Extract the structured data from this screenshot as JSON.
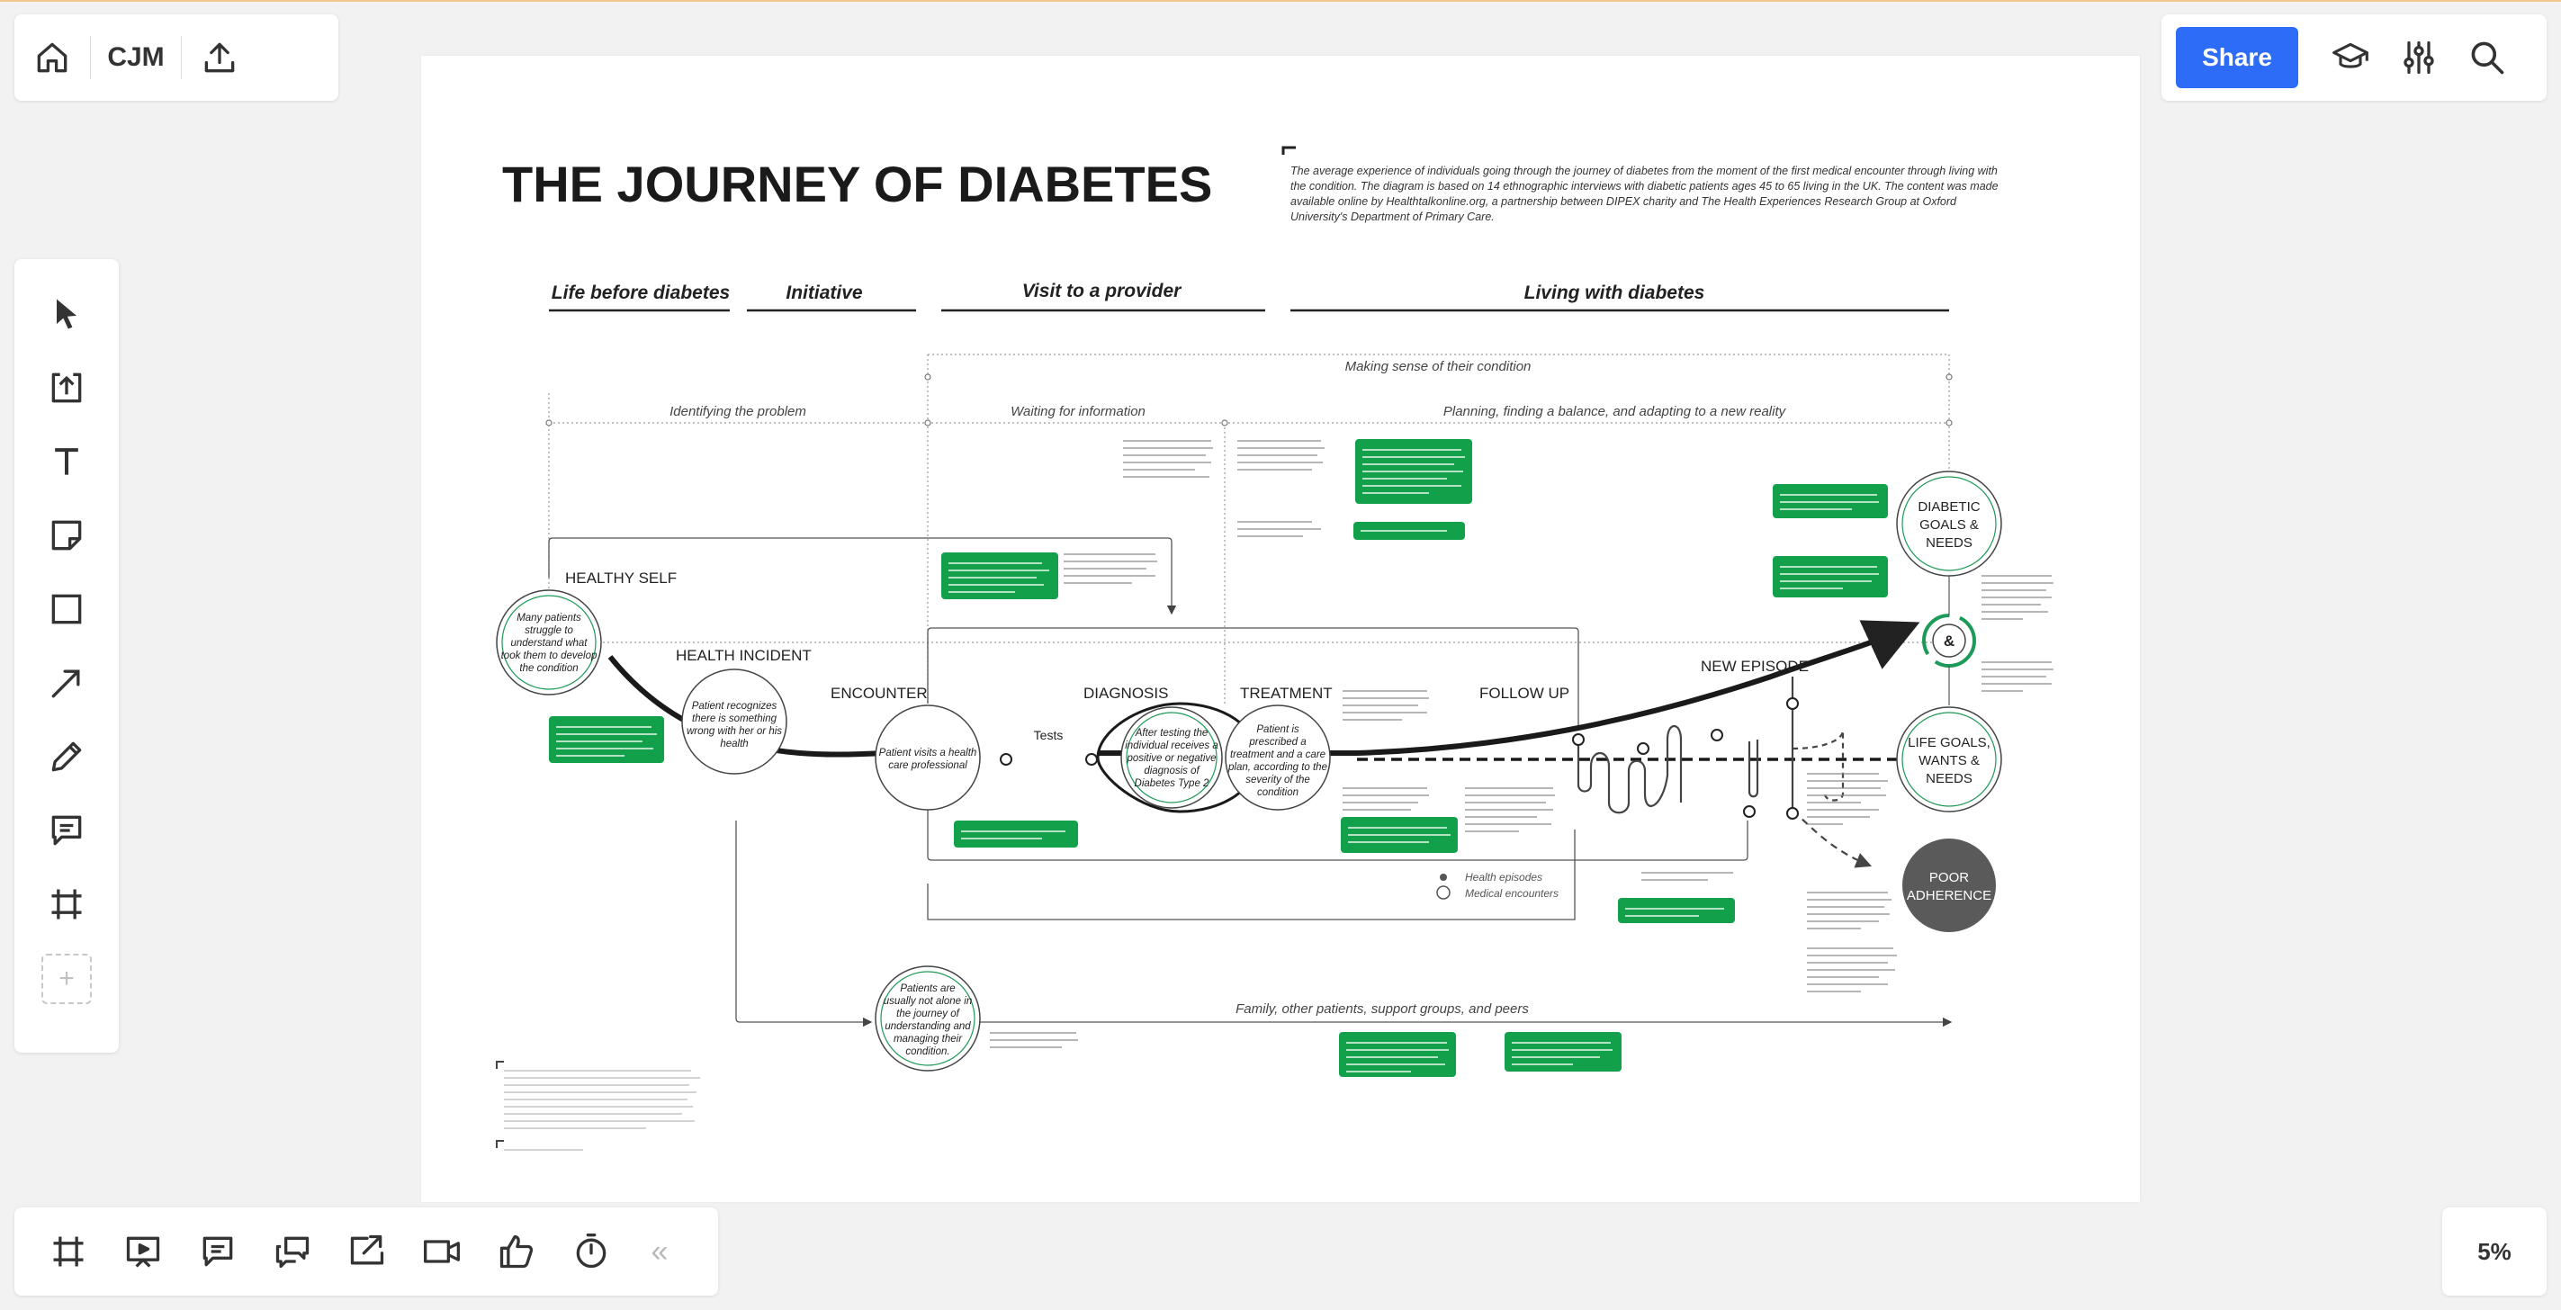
{
  "toolbar_top_left": {
    "home_icon": "home-icon",
    "board_name": "CJM",
    "export_icon": "upload-icon"
  },
  "toolbar_top_right": {
    "share_label": "Share",
    "icons": [
      "graduation-cap-icon",
      "sliders-icon",
      "search-icon"
    ]
  },
  "left_toolbar": {
    "tools": [
      "select-tool",
      "upload-tool",
      "text-tool",
      "sticky-note-tool",
      "shape-tool",
      "arrow-tool",
      "pen-tool",
      "comment-tool",
      "frame-tool"
    ],
    "add_label": "+"
  },
  "bottom_toolbar": {
    "tools": [
      "frames-icon",
      "presentation-icon",
      "comments-icon",
      "chat-icon",
      "share-screen-icon",
      "video-icon",
      "reactions-icon",
      "timer-icon"
    ],
    "collapse_label": "«"
  },
  "zoom": {
    "label": "5%"
  },
  "board": {
    "title": "THE JOURNEY OF DIABETES",
    "description": [
      "The average experience of individuals going through the journey of diabetes from the moment of the first medical encounter through living with",
      "the condition. The diagram is based on 14 ethnographic interviews with diabetic patients ages 45 to 65 living in the UK. The content was made",
      "available online by Healthtalkonline.org, a partnership between DIPEX charity and The Health Experiences Research Group at Oxford",
      "University's Department of Primary Care."
    ],
    "phases": [
      "Life before diabetes",
      "Initiative",
      "Visit to a provider",
      "Living with diabetes"
    ],
    "subphases": {
      "making_sense": "Making sense of their condition",
      "identifying": "Identifying the problem",
      "waiting": "Waiting for information",
      "planning": "Planning, finding a balance, and adapting to a new reality"
    },
    "stages": {
      "healthy_self": "HEALTHY SELF",
      "health_incident": "HEALTH INCIDENT",
      "encounter": "ENCOUNTER",
      "diagnosis": "DIAGNOSIS",
      "treatment": "TREATMENT",
      "follow_up": "FOLLOW UP",
      "new_episode": "NEW EPISODE"
    },
    "circles": {
      "c1": [
        "Many patients",
        "struggle to",
        "understand what",
        "took them to develop",
        "the condition"
      ],
      "c2": [
        "Patient recognizes",
        "there is something",
        "wrong with her or his",
        "health"
      ],
      "c3": [
        "Patient visits a health",
        "care professional"
      ],
      "tests": "Tests",
      "c4": [
        "After testing the",
        "individual receives a",
        "positive or negative",
        "diagnosis of",
        "Diabetes Type 2"
      ],
      "c5": [
        "Patient is",
        "prescribed a",
        "treatment and a care",
        "plan, according to the",
        "severity of the",
        "condition"
      ],
      "c6": [
        "Patients are",
        "usually not alone in",
        "the journey of",
        "understanding and",
        "managing their",
        "condition."
      ],
      "goals": [
        "DIABETIC",
        "GOALS &",
        "NEEDS"
      ],
      "amp": "&",
      "life": [
        "LIFE GOALS,",
        "WANTS &",
        "NEEDS"
      ],
      "poor": [
        "POOR",
        "ADHERENCE"
      ]
    },
    "legend": {
      "health_episodes": "Health episodes",
      "medical_encounters": "Medical encounters"
    },
    "family_label": "Family, other patients, support groups, and peers"
  }
}
